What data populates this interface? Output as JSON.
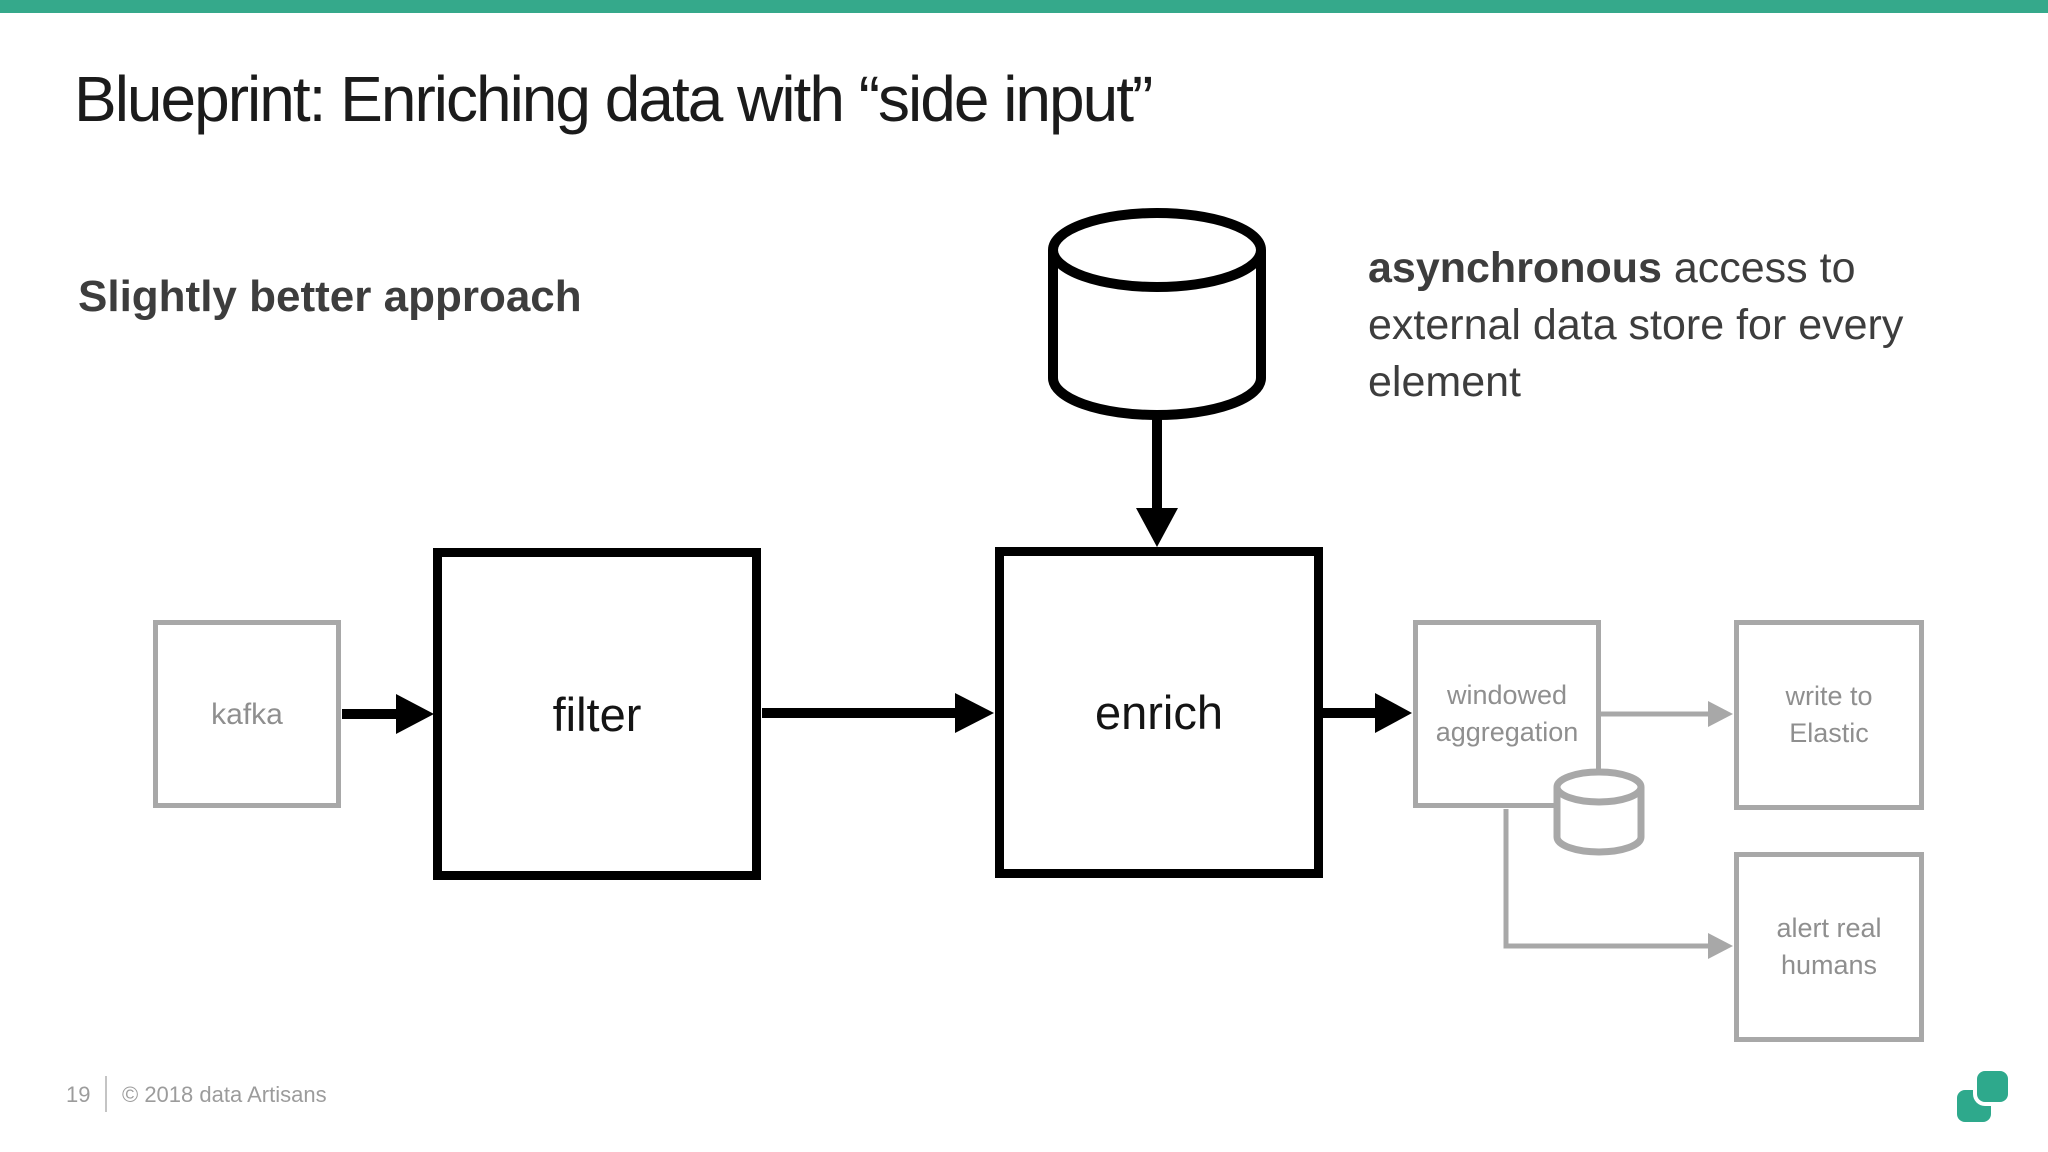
{
  "header": {
    "title": "Blueprint: Enriching data with “side input”"
  },
  "subtitle": "Slightly better approach",
  "annotation": {
    "bold": "asynchronous",
    "rest": " access to external data store for every element"
  },
  "diagram": {
    "nodes": [
      {
        "id": "kafka",
        "label": "kafka",
        "style": "inactive"
      },
      {
        "id": "filter",
        "label": "filter",
        "style": "active"
      },
      {
        "id": "enrich",
        "label": "enrich",
        "style": "active"
      },
      {
        "id": "windowed-aggregation",
        "label": "windowed aggregation",
        "style": "inactive"
      },
      {
        "id": "write-to-elastic",
        "label": "write to Elastic",
        "style": "inactive"
      },
      {
        "id": "alert-real-humans",
        "label": "alert real humans",
        "style": "inactive"
      }
    ],
    "icons": [
      {
        "name": "database-icon",
        "meaning": "external data store"
      },
      {
        "name": "state-database-icon",
        "meaning": "aggregation state store"
      }
    ],
    "edges": [
      "kafka→filter",
      "filter→enrich",
      "database→enrich",
      "enrich→windowed-aggregation",
      "windowed-aggregation→write-to-elastic",
      "windowed-aggregation→alert-real-humans"
    ]
  },
  "footer": {
    "page_number": "19",
    "copyright": "© 2018 data Artisans"
  },
  "colors": {
    "accent_teal": "#35a98b",
    "active_stroke": "#000000",
    "inactive_stroke": "#a8a8a8",
    "inactive_text": "#8f8f8f",
    "body_text": "#3d3d3d"
  }
}
